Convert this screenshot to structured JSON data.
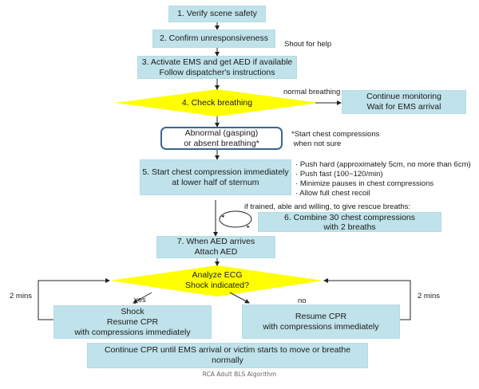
{
  "title": "RCA Adult BLS Algorithm",
  "colors": {
    "box_fill": "#c0e2ea",
    "decision_fill": "#ffff00",
    "rounded_border": "#3d6591",
    "line": "#222222"
  },
  "steps": {
    "s1": [
      "1. Verify scene safety"
    ],
    "s2": [
      "2. Confirm unresponsiveness"
    ],
    "s2_note": "Shout for help",
    "s3": [
      "3. Activate EMS and get AED if available",
      "Follow dispatcher's instructions"
    ],
    "s4": [
      "4. Check breathing"
    ],
    "s4_branch_label": "normal breathing",
    "s4_branch": [
      "Continue monitoring",
      "Wait for EMS arrival"
    ],
    "abnormal": [
      "Abnormal (gasping)",
      "or absent breathing*"
    ],
    "abnormal_note": [
      "*Start chest compressions",
      " when not sure"
    ],
    "s5": [
      "5. Start chest compression immediately",
      "at lower half of sternum"
    ],
    "s5_bullets": [
      "Push hard (approximately 5cm, no more than 6cm)",
      "Push fast (100~120/min)",
      "Minimize pauses in chest compressions",
      "Allow full chest recoil"
    ],
    "s6_condition": "if trained, able and willing, to give rescue breaths:",
    "s6": [
      "6. Combine 30 chest compressions",
      "with 2 breaths"
    ],
    "s7": [
      "7. When AED arrives",
      "Attach AED"
    ],
    "analyze": [
      "Analyze ECG",
      "Shock indicated?"
    ],
    "yes_label": "yes",
    "no_label": "no",
    "shock": [
      "Shock",
      "Resume CPR",
      "with compressions immediately"
    ],
    "no_shock": [
      "Resume CPR",
      "with compressions immediately"
    ],
    "loop_left_label": "2 mins",
    "loop_right_label": "2 mins",
    "final": [
      "Continue CPR until EMS arrival or victim starts to move or breathe",
      "normally"
    ]
  }
}
